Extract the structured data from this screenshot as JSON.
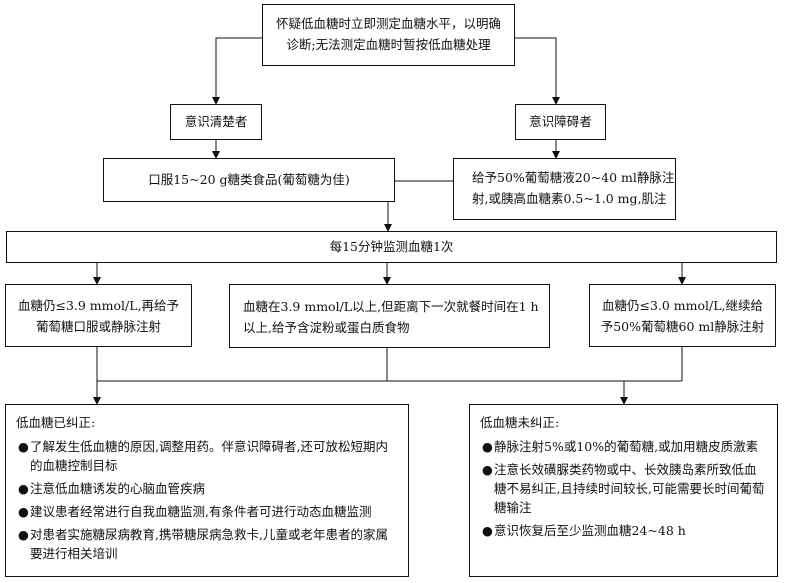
{
  "top": {
    "line1": "怀疑低血糖时立即测定血糖水平，以明确",
    "line2": "诊断;无法测定血糖时暂按低血糖处理"
  },
  "conscious": {
    "label": "意识清楚者"
  },
  "impaired": {
    "label": "意识障碍者"
  },
  "oral": {
    "text": "口服15~20 g糖类食品(葡萄糖为佳)"
  },
  "iv": {
    "line1": "给予50%葡萄糖液20~40 ml静脉注",
    "line2": "射,或胰高血糖素0.5~1.0 mg,肌注"
  },
  "monitor": {
    "text": "每15分钟监测血糖1次"
  },
  "left_mid": {
    "line1": "血糖仍≤3.9 mmol/L,再给予",
    "line2": "葡萄糖口服或静脉注射"
  },
  "center_mid": {
    "line1": "血糖在3.9 mmol/L以上,但距离下一次就餐时间在1 h",
    "line2": "以上,给予含淀粉或蛋白质食物"
  },
  "right_mid": {
    "line1": "血糖仍≤3.0 mmol/L,继续给",
    "line2": "予50%葡萄糖60 ml静脉注射"
  },
  "corrected": {
    "title": "低血糖已纠正:",
    "bullet": "●",
    "items": [
      "了解发生低血糖的原因,调整用药。伴意识障碍者,还可放松短期内的血糖控制目标",
      "注意低血糖诱发的心脑血管疾病",
      "建议患者经常进行自我血糖监测,有条件者可进行动态血糖监测",
      "对患者实施糖尿病教育,携带糖尿病急救卡,儿童或老年患者的家属要进行相关培训"
    ]
  },
  "uncorrected": {
    "title": "低血糖未纠正:",
    "bullet": "●",
    "items": [
      "静脉注射5%或10%的葡萄糖,或加用糖皮质激素",
      "注意长效磺脲类药物或中、长效胰岛素所致低血糖不易纠正,且持续时间较长,可能需要长时间葡萄糖输注",
      "意识恢复后至少监测血糖24~48 h"
    ]
  }
}
